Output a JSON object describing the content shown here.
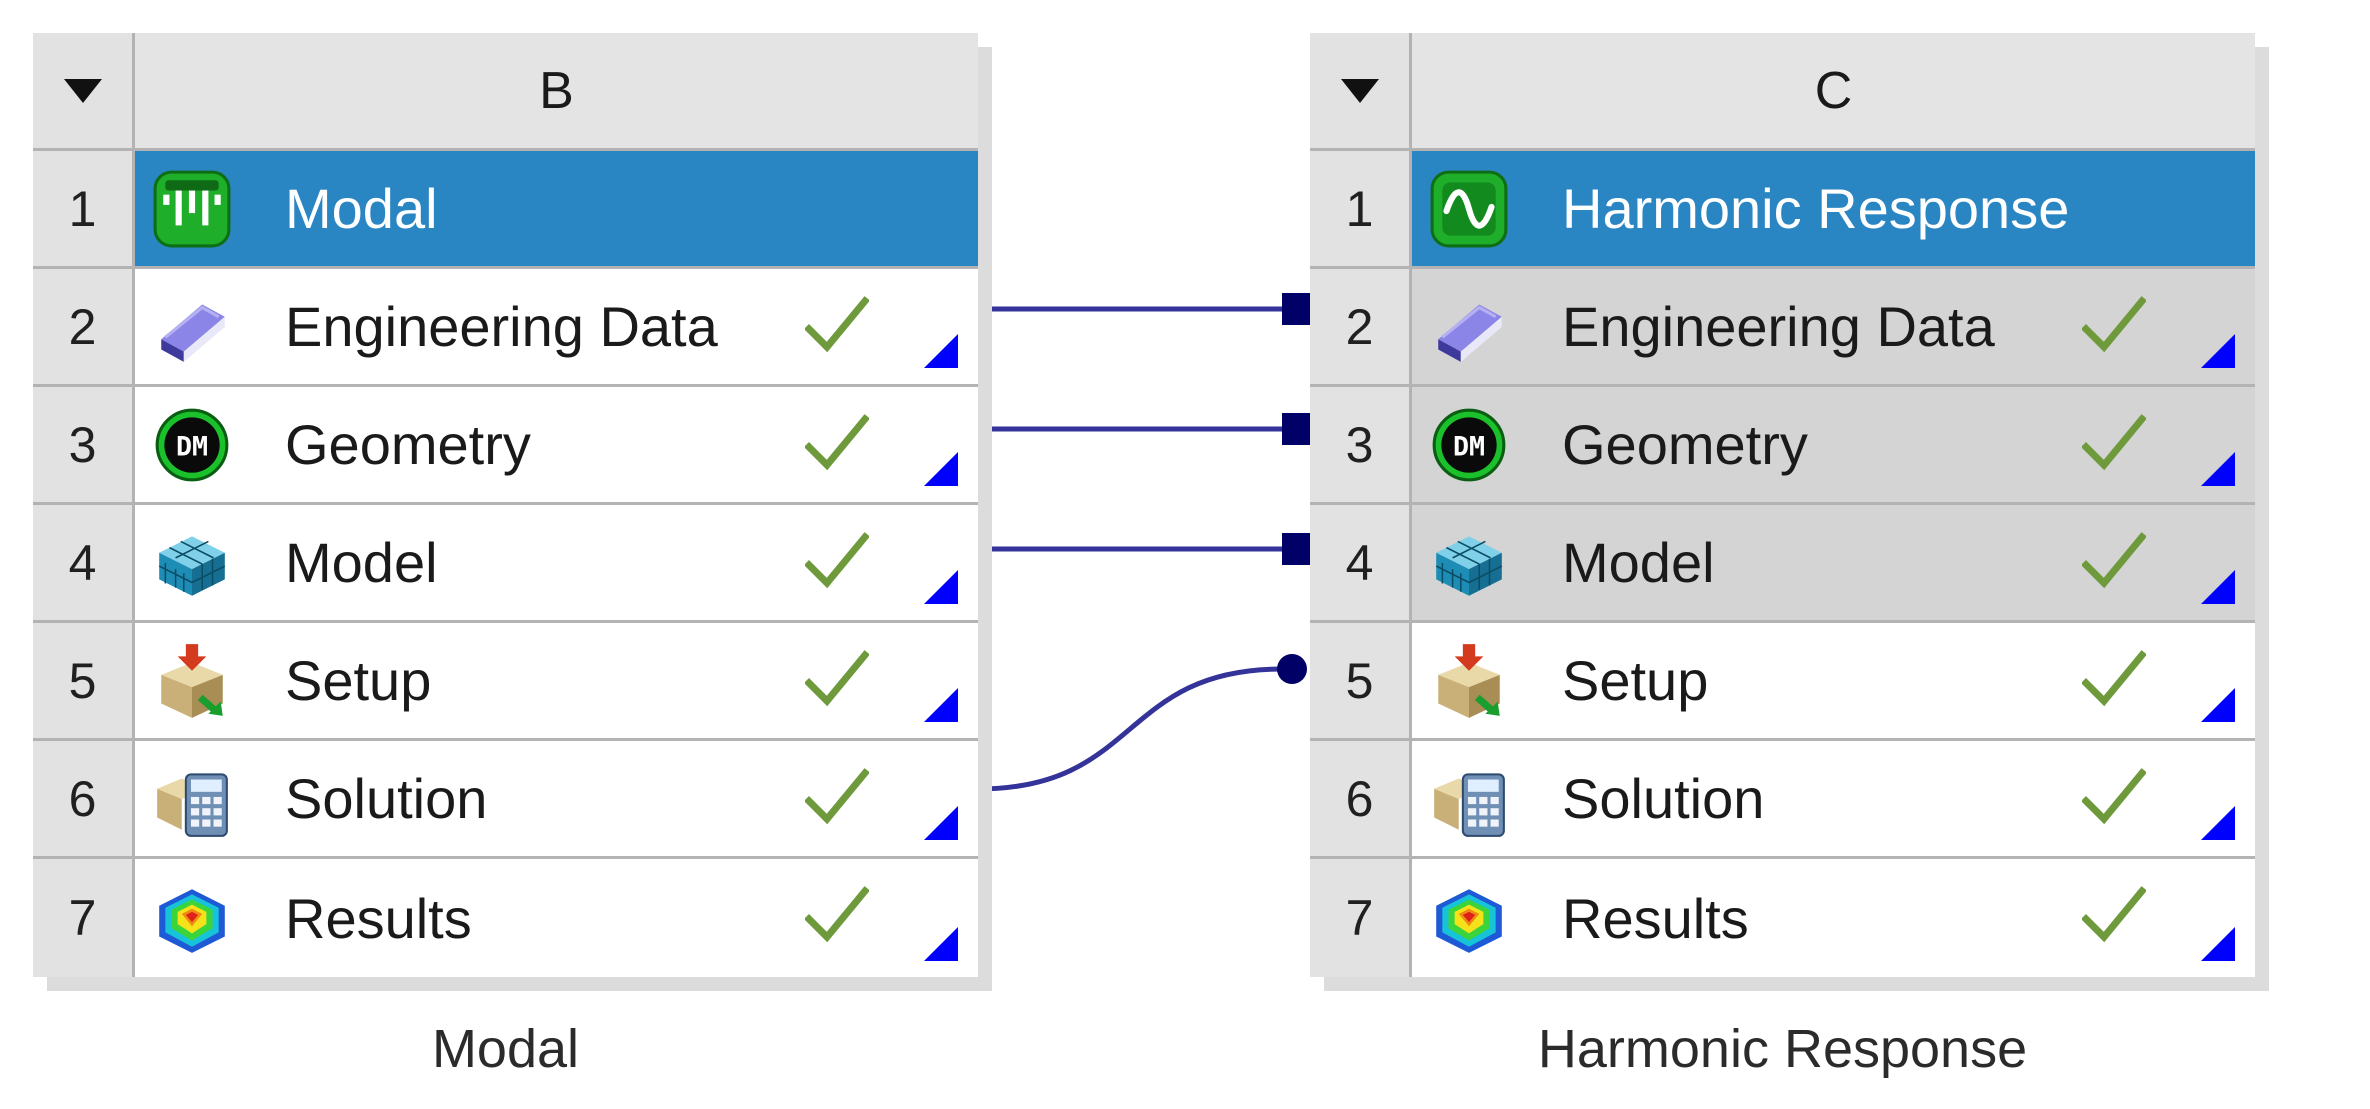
{
  "systems": {
    "modal": {
      "column": "B",
      "caption": "Modal",
      "rows": [
        {
          "num": "1",
          "label": "Modal",
          "icon": "modal-icon"
        },
        {
          "num": "2",
          "label": "Engineering Data",
          "icon": "engineering-data-book-icon"
        },
        {
          "num": "3",
          "label": "Geometry",
          "icon": "geometry-dm-icon"
        },
        {
          "num": "4",
          "label": "Model",
          "icon": "model-mesh-icon"
        },
        {
          "num": "5",
          "label": "Setup",
          "icon": "setup-icon"
        },
        {
          "num": "6",
          "label": "Solution",
          "icon": "solution-calculator-icon"
        },
        {
          "num": "7",
          "label": "Results",
          "icon": "results-contour-icon"
        }
      ]
    },
    "harmonic": {
      "column": "C",
      "caption": "Harmonic Response",
      "rows": [
        {
          "num": "1",
          "label": "Harmonic Response",
          "icon": "harmonic-wave-icon"
        },
        {
          "num": "2",
          "label": "Engineering Data",
          "icon": "engineering-data-book-icon"
        },
        {
          "num": "3",
          "label": "Geometry",
          "icon": "geometry-dm-icon"
        },
        {
          "num": "4",
          "label": "Model",
          "icon": "model-mesh-icon"
        },
        {
          "num": "5",
          "label": "Setup",
          "icon": "setup-icon"
        },
        {
          "num": "6",
          "label": "Solution",
          "icon": "solution-calculator-icon"
        },
        {
          "num": "7",
          "label": "Results",
          "icon": "results-contour-icon"
        }
      ]
    }
  },
  "status": {
    "check_icon": "green-checkmark-icon",
    "corner_icon": "blue-corner-triangle-icon"
  },
  "connections": [
    {
      "from": "B2",
      "to": "C2",
      "type": "shared"
    },
    {
      "from": "B3",
      "to": "C3",
      "type": "shared"
    },
    {
      "from": "B4",
      "to": "C4",
      "type": "shared"
    },
    {
      "from": "B6",
      "to": "C5",
      "type": "transfer"
    }
  ],
  "colors": {
    "title_bar": "#2a85c3",
    "header_bg": "#e4e4e4",
    "shared_cell": "#d4d4d4",
    "connector": "#000066",
    "check": "#6e9a3c",
    "corner_triangle": "#0000ff"
  }
}
